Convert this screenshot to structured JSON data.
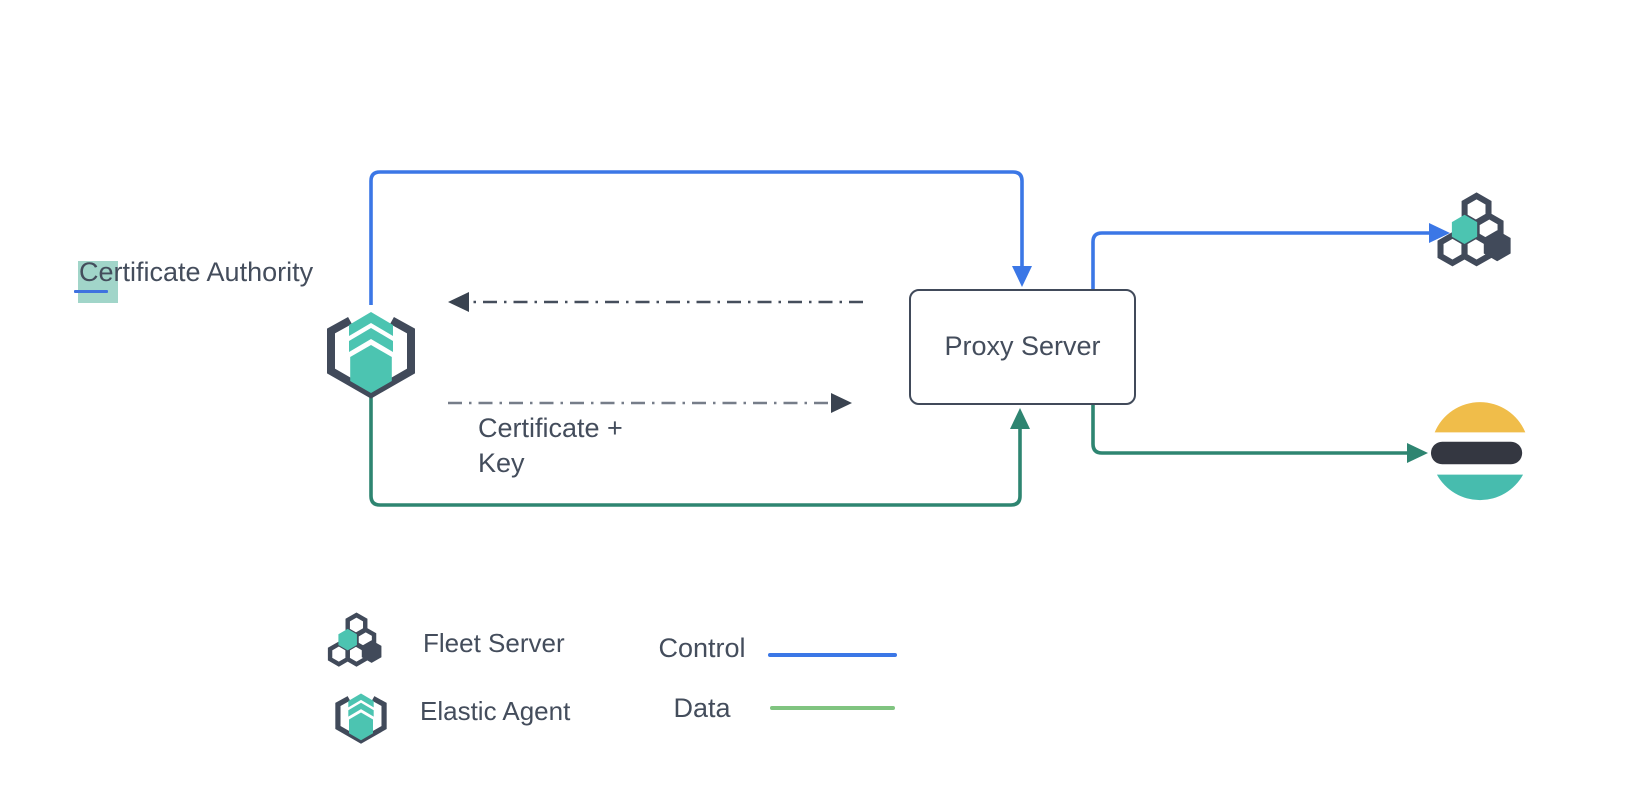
{
  "diagram_type": "network-architecture",
  "nodes": {
    "certificate_authority": {
      "label": "Certificate Authority",
      "icon": "elastic-agent-icon",
      "selection": {
        "highlighted_char": "C"
      }
    },
    "proxy_server": {
      "label": "Proxy Server"
    },
    "fleet_server": {
      "icon": "fleet-server-icon"
    },
    "elasticsearch": {
      "icon": "elasticsearch-icon"
    }
  },
  "annotations": {
    "certificate_key": {
      "line1": "Certificate +",
      "line2": "Key",
      "style": "dash-dot"
    }
  },
  "connections": {
    "control": [
      {
        "from": "elastic-agent",
        "to": "proxy-server"
      },
      {
        "from": "proxy-server",
        "to": "fleet-server"
      }
    ],
    "data": [
      {
        "from": "elastic-agent",
        "to": "proxy-server"
      },
      {
        "from": "proxy-server",
        "to": "elasticsearch"
      }
    ],
    "certificate_exchange": [
      {
        "from": "proxy-server",
        "to": "elastic-agent",
        "style": "dash-dot"
      },
      {
        "from": "elastic-agent",
        "to": "proxy-server",
        "style": "dash-dot",
        "label": "Certificate + Key"
      }
    ]
  },
  "legend": {
    "items": [
      {
        "icon": "fleet-server-icon",
        "label": "Fleet Server"
      },
      {
        "icon": "elastic-agent-icon",
        "label": "Elastic Agent"
      }
    ],
    "lines": [
      {
        "label": "Control",
        "color": "#3b77e6"
      },
      {
        "label": "Data",
        "color": "#80c480"
      }
    ]
  },
  "colors": {
    "control_line": "#3b77e6",
    "data_line": "#2e8571",
    "legend_data_line": "#80c480",
    "icon_teal": "#4cc4b1",
    "icon_dark_slate": "#414a5a",
    "elastic_yellow": "#f0bd4a",
    "elastic_dark": "#343741",
    "elastic_teal": "#47bcae",
    "selection_highlight": "#a1d5c9",
    "selection_caret": "#3f72df",
    "text": "#444d5c"
  }
}
